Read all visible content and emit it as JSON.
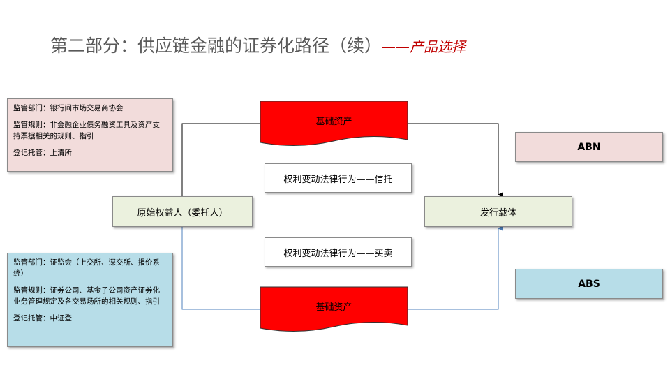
{
  "title": {
    "main": "第二部分：供应链金融的证券化路径（续）",
    "sub": "——产品选择"
  },
  "top_info": {
    "line1": "监管部门：银行间市场交易商协会",
    "line2": "监管规则：非金融企业债务融资工具及资产支持票据相关的规则、指引",
    "line3": "登记托管：上清所"
  },
  "bottom_info": {
    "line1": "监管部门：证监会（上交所、深交所、报价系统）",
    "line2": "监管规则：证券公司、基金子公司资产证券化业务管理规定及各交易场所的相关规则、指引",
    "line3": "登记托管：中证登"
  },
  "nodes": {
    "originator": "原始权益人（委托人）",
    "issuer": "发行载体",
    "asset_top": "基础资产",
    "asset_bottom": "基础资产",
    "label_top": "权利变动法律行为——信托",
    "label_bottom": "权利变动法律行为——买卖"
  },
  "products": {
    "abn": "ABN",
    "abs": "ABS"
  },
  "colors": {
    "asset_red": "#ff0000",
    "title_accent": "#c00000",
    "pink": "#f2dcdb",
    "blue": "#b7dde8",
    "green": "#ebf1de",
    "line_top": "#000000",
    "line_bottom": "#4f81bd"
  }
}
